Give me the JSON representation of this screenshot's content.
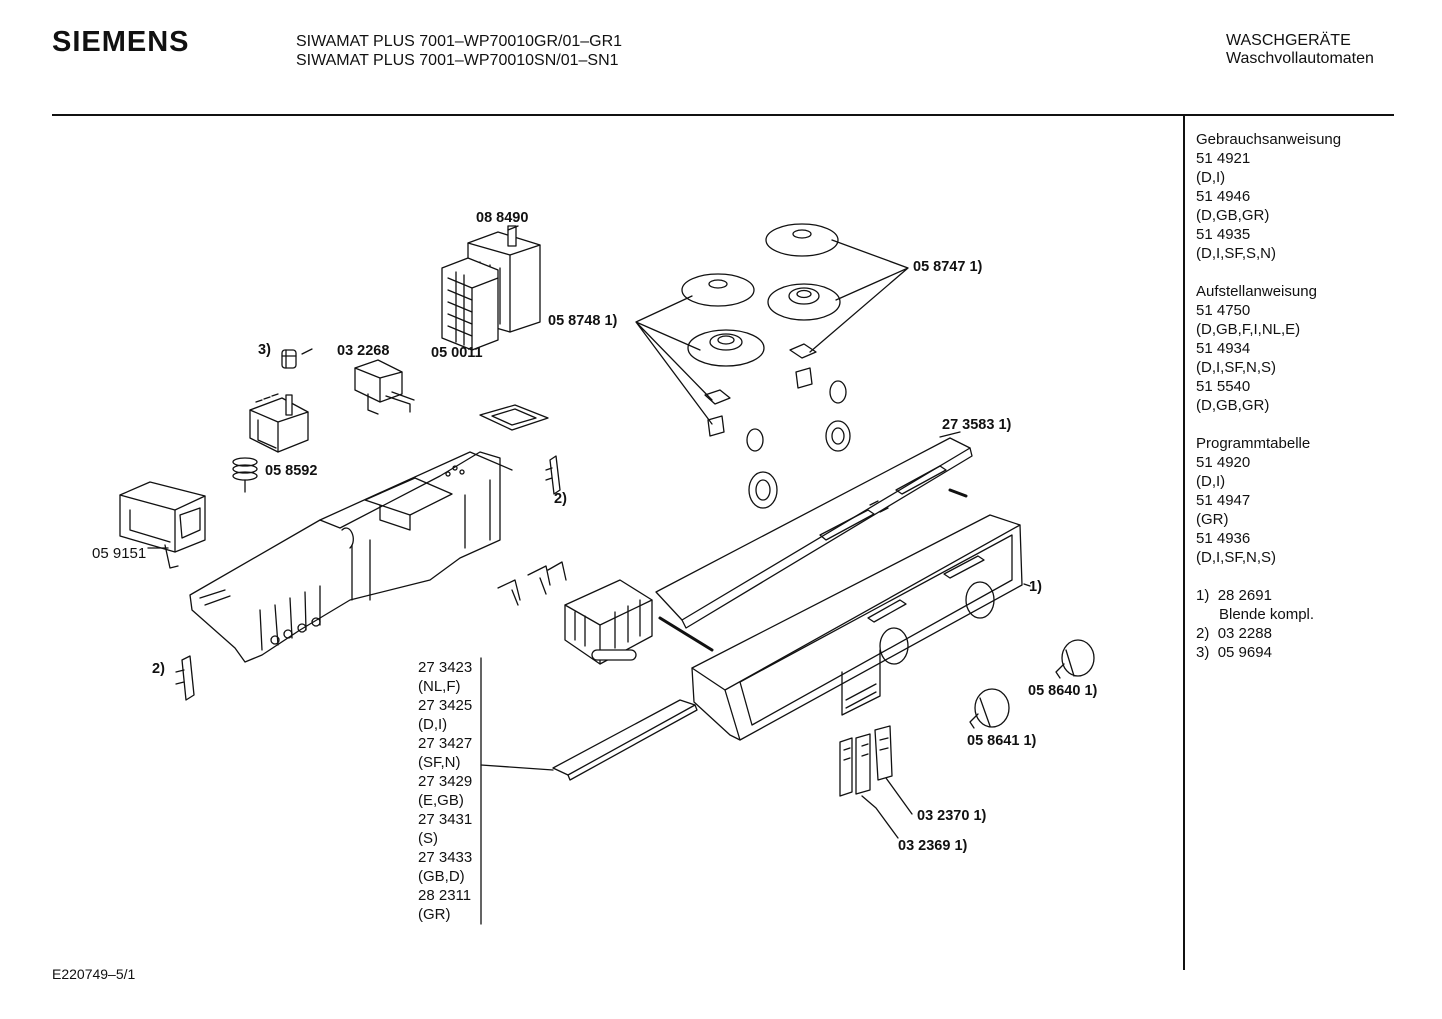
{
  "header": {
    "brand": "SIEMENS",
    "model_lines": [
      "SIWAMAT PLUS 7001–WP70010GR/01–GR1",
      "SIWAMAT PLUS 7001–WP70010SN/01–SN1"
    ],
    "category_lines": [
      "WASCHGERÄTE",
      "Waschvollautomaten"
    ]
  },
  "sidebar": {
    "groups": [
      {
        "heading": "Gebrauchsanweisung",
        "rows": [
          "51 4921",
          "(D,I)",
          "51 4946",
          "(D,GB,GR)",
          "51 4935",
          "(D,I,SF,S,N)"
        ]
      },
      {
        "heading": "Aufstellanweisung",
        "rows": [
          "51 4750",
          "(D,GB,F,I,NL,E)",
          "51 4934",
          "(D,I,SF,N,S)",
          "51 5540",
          "(D,GB,GR)"
        ]
      },
      {
        "heading": "Programmtabelle",
        "rows": [
          "51 4920",
          "(D,I)",
          "51 4947",
          "(GR)",
          "51 4936",
          "(D,I,SF,N,S)"
        ]
      }
    ],
    "footnotes": [
      {
        "mark": "1)",
        "text": "28 2691",
        "cont": "Blende kompl."
      },
      {
        "mark": "2)",
        "text": "03 2288"
      },
      {
        "mark": "3)",
        "text": "05 9694"
      }
    ]
  },
  "part_labels": {
    "p088490": "08 8490",
    "p050011": "05 0011",
    "p032268": "03 2268",
    "fn3": "3)",
    "p058592": "05 8592",
    "p059151": "05 9151",
    "fn2a": "2)",
    "fn2b": "2)",
    "p058748": "05 8748 1)",
    "p058747": "05 8747 1)",
    "p273583": "27 3583 1)",
    "fn1": "1)",
    "p058640": "05 8640 1)",
    "p058641": "05 8641 1)",
    "p032370": "03 2370 1)",
    "p032369": "03 2369 1)"
  },
  "variants": [
    "27 3423",
    "(NL,F)",
    "27 3425",
    "(D,I)",
    "27 3427",
    "(SF,N)",
    "27 3429",
    "(E,GB)",
    "27 3431",
    "(S)",
    "27 3433",
    "(GB,D)",
    "28 2311",
    "(GR)"
  ],
  "footer": {
    "doc_id": "E220749–5/1"
  }
}
